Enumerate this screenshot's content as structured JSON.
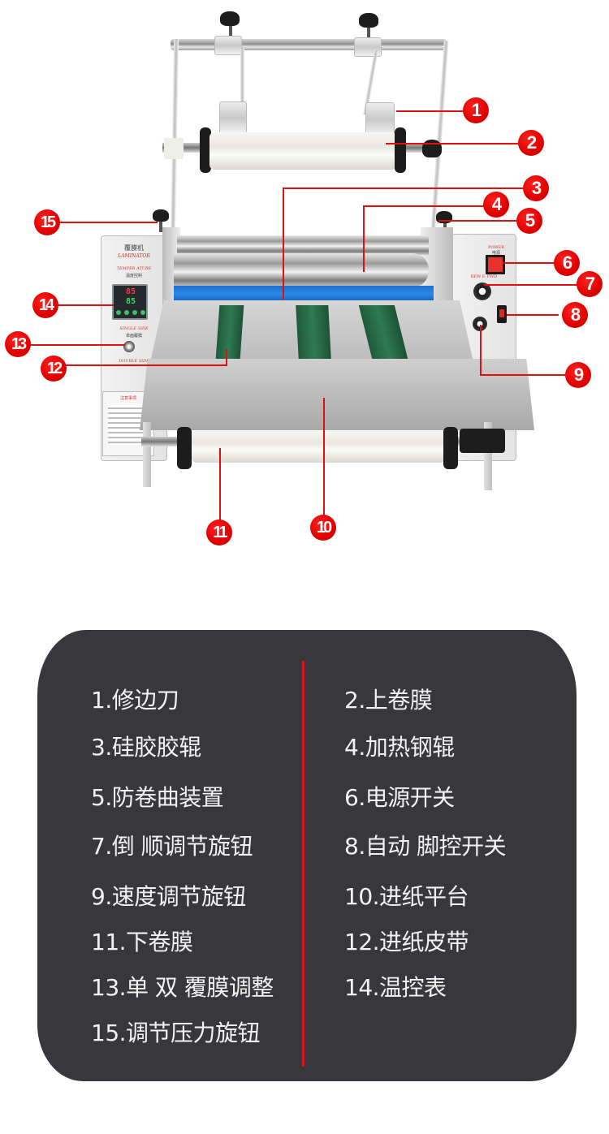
{
  "product": {
    "name_cn": "覆膜机",
    "name_en": "LAMINATOR",
    "left_panel": {
      "temp_label_en": "TEMPER ATURE",
      "temp_label_cn": "温度控制",
      "controller": {
        "pv": "85",
        "sv": "85"
      },
      "single_side_en": "SINGLE SIDE",
      "single_side_cn": "单面覆膜",
      "double_side_en": "DOUBLE SIDE",
      "warning_title": "注意事项"
    },
    "right_panel": {
      "power_en": "POWER",
      "power_cn": "电源",
      "direction_label": "REW F. FWD"
    }
  },
  "callouts": [
    {
      "num": "1",
      "label": "修边刀"
    },
    {
      "num": "2",
      "label": "上卷膜"
    },
    {
      "num": "3",
      "label": "硅胶胶辊"
    },
    {
      "num": "4",
      "label": "加热钢辊"
    },
    {
      "num": "5",
      "label": "防卷曲装置"
    },
    {
      "num": "6",
      "label": "电源开关"
    },
    {
      "num": "7",
      "label": "倒 顺调节旋钮"
    },
    {
      "num": "8",
      "label": "自动 脚控开关"
    },
    {
      "num": "9",
      "label": "速度调节旋钮"
    },
    {
      "num": "10",
      "label": "进纸平台"
    },
    {
      "num": "11",
      "label": "下卷膜"
    },
    {
      "num": "12",
      "label": "进纸皮带"
    },
    {
      "num": "13",
      "label": "单 双 覆膜调整"
    },
    {
      "num": "14",
      "label": "温控表"
    },
    {
      "num": "15",
      "label": "调节压力旋钮"
    }
  ],
  "legend": {
    "left": [
      "1.修边刀",
      "3.硅胶胶辊",
      "5.防卷曲装置",
      "7.倒 顺调节旋钮",
      "9.速度调节旋钮",
      "11.下卷膜",
      "13.单 双 覆膜调整",
      "15.调节压力旋钮"
    ],
    "right": [
      "2.上卷膜",
      "4.加热钢辊",
      "6.电源开关",
      "8.自动 脚控开关",
      "10.进纸平台",
      "12.进纸皮带",
      "14.温控表"
    ]
  },
  "colors": {
    "callout_red": "#e00000",
    "legend_bg": "#38373c",
    "legend_divider": "#d7161b",
    "legend_text": "#f2f2f2"
  }
}
